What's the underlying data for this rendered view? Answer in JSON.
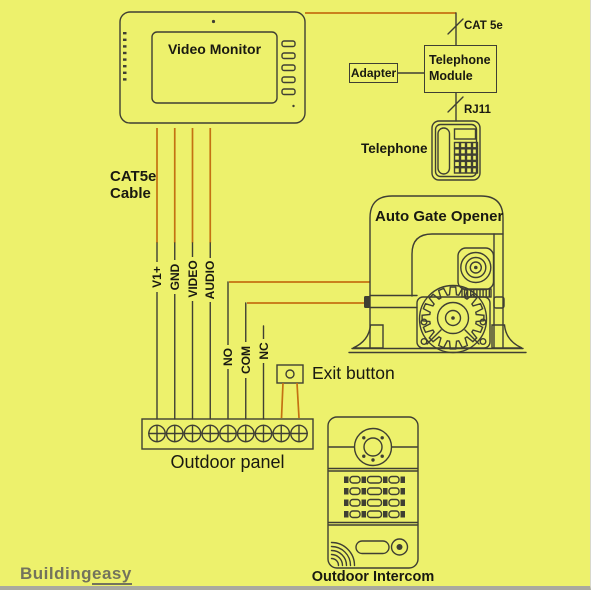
{
  "colors": {
    "background": "#edf16c",
    "line": "#3f3f33",
    "ink": "#191911",
    "wire": "#c47112",
    "watermark": "#73735c",
    "frame_shadow": "#a9a99e"
  },
  "monitor": {
    "label": "Video Monitor"
  },
  "cat5e_cable": {
    "line1": "CAT5e",
    "line2": "Cable"
  },
  "cat5e_link_label": "CAT 5e",
  "adapter_label": "Adapter",
  "telephone_module_label": "Telephone Module",
  "rj11_label": "RJ11",
  "telephone_label": "Telephone",
  "gate_opener_label": "Auto Gate Opener",
  "monitor_wires": [
    "V1+",
    "GND",
    "VIDEO",
    "AUDIO"
  ],
  "relay_wires": [
    "NO",
    "COM",
    "NC"
  ],
  "exit_button_label": "Exit button",
  "outdoor_panel": {
    "label": "Outdoor panel",
    "terminals": 9
  },
  "outdoor_intercom_label": "Outdoor Intercom",
  "watermark": {
    "main": "Building",
    "accent": "easy"
  }
}
